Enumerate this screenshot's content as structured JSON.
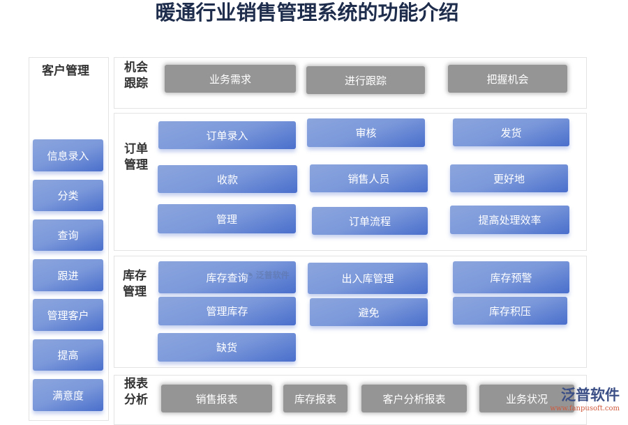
{
  "title": "暖通行业销售管理系统的功能介绍",
  "customer": {
    "label": "客户管理",
    "items": [
      "信息录入",
      "分类",
      "查询",
      "跟进",
      "管理客户",
      "提高",
      "满意度"
    ]
  },
  "opportunity": {
    "label": "机会跟踪",
    "items": [
      "业务需求",
      "进行跟踪",
      "把握机会"
    ]
  },
  "order": {
    "label": "订单管理",
    "items": [
      "订单录入",
      "审核",
      "发货",
      "收款",
      "销售人员",
      "更好地",
      "管理",
      "订单流程",
      "提高处理效率"
    ]
  },
  "inventory": {
    "label": "库存管理",
    "items": [
      "库存查询",
      "出入库管理",
      "库存预警",
      "管理库存",
      "避免",
      "库存积压",
      "缺货"
    ]
  },
  "report": {
    "label": "报表分析",
    "items": [
      "销售报表",
      "库存报表",
      "客户分析报表",
      "业务状况"
    ]
  },
  "watermark": {
    "brand": "泛普软件",
    "url": "www.fanpusoft.com"
  },
  "colors": {
    "title": "#1f2d4d",
    "blue_button": "#6b8ad6",
    "gray_button": "#959595"
  }
}
